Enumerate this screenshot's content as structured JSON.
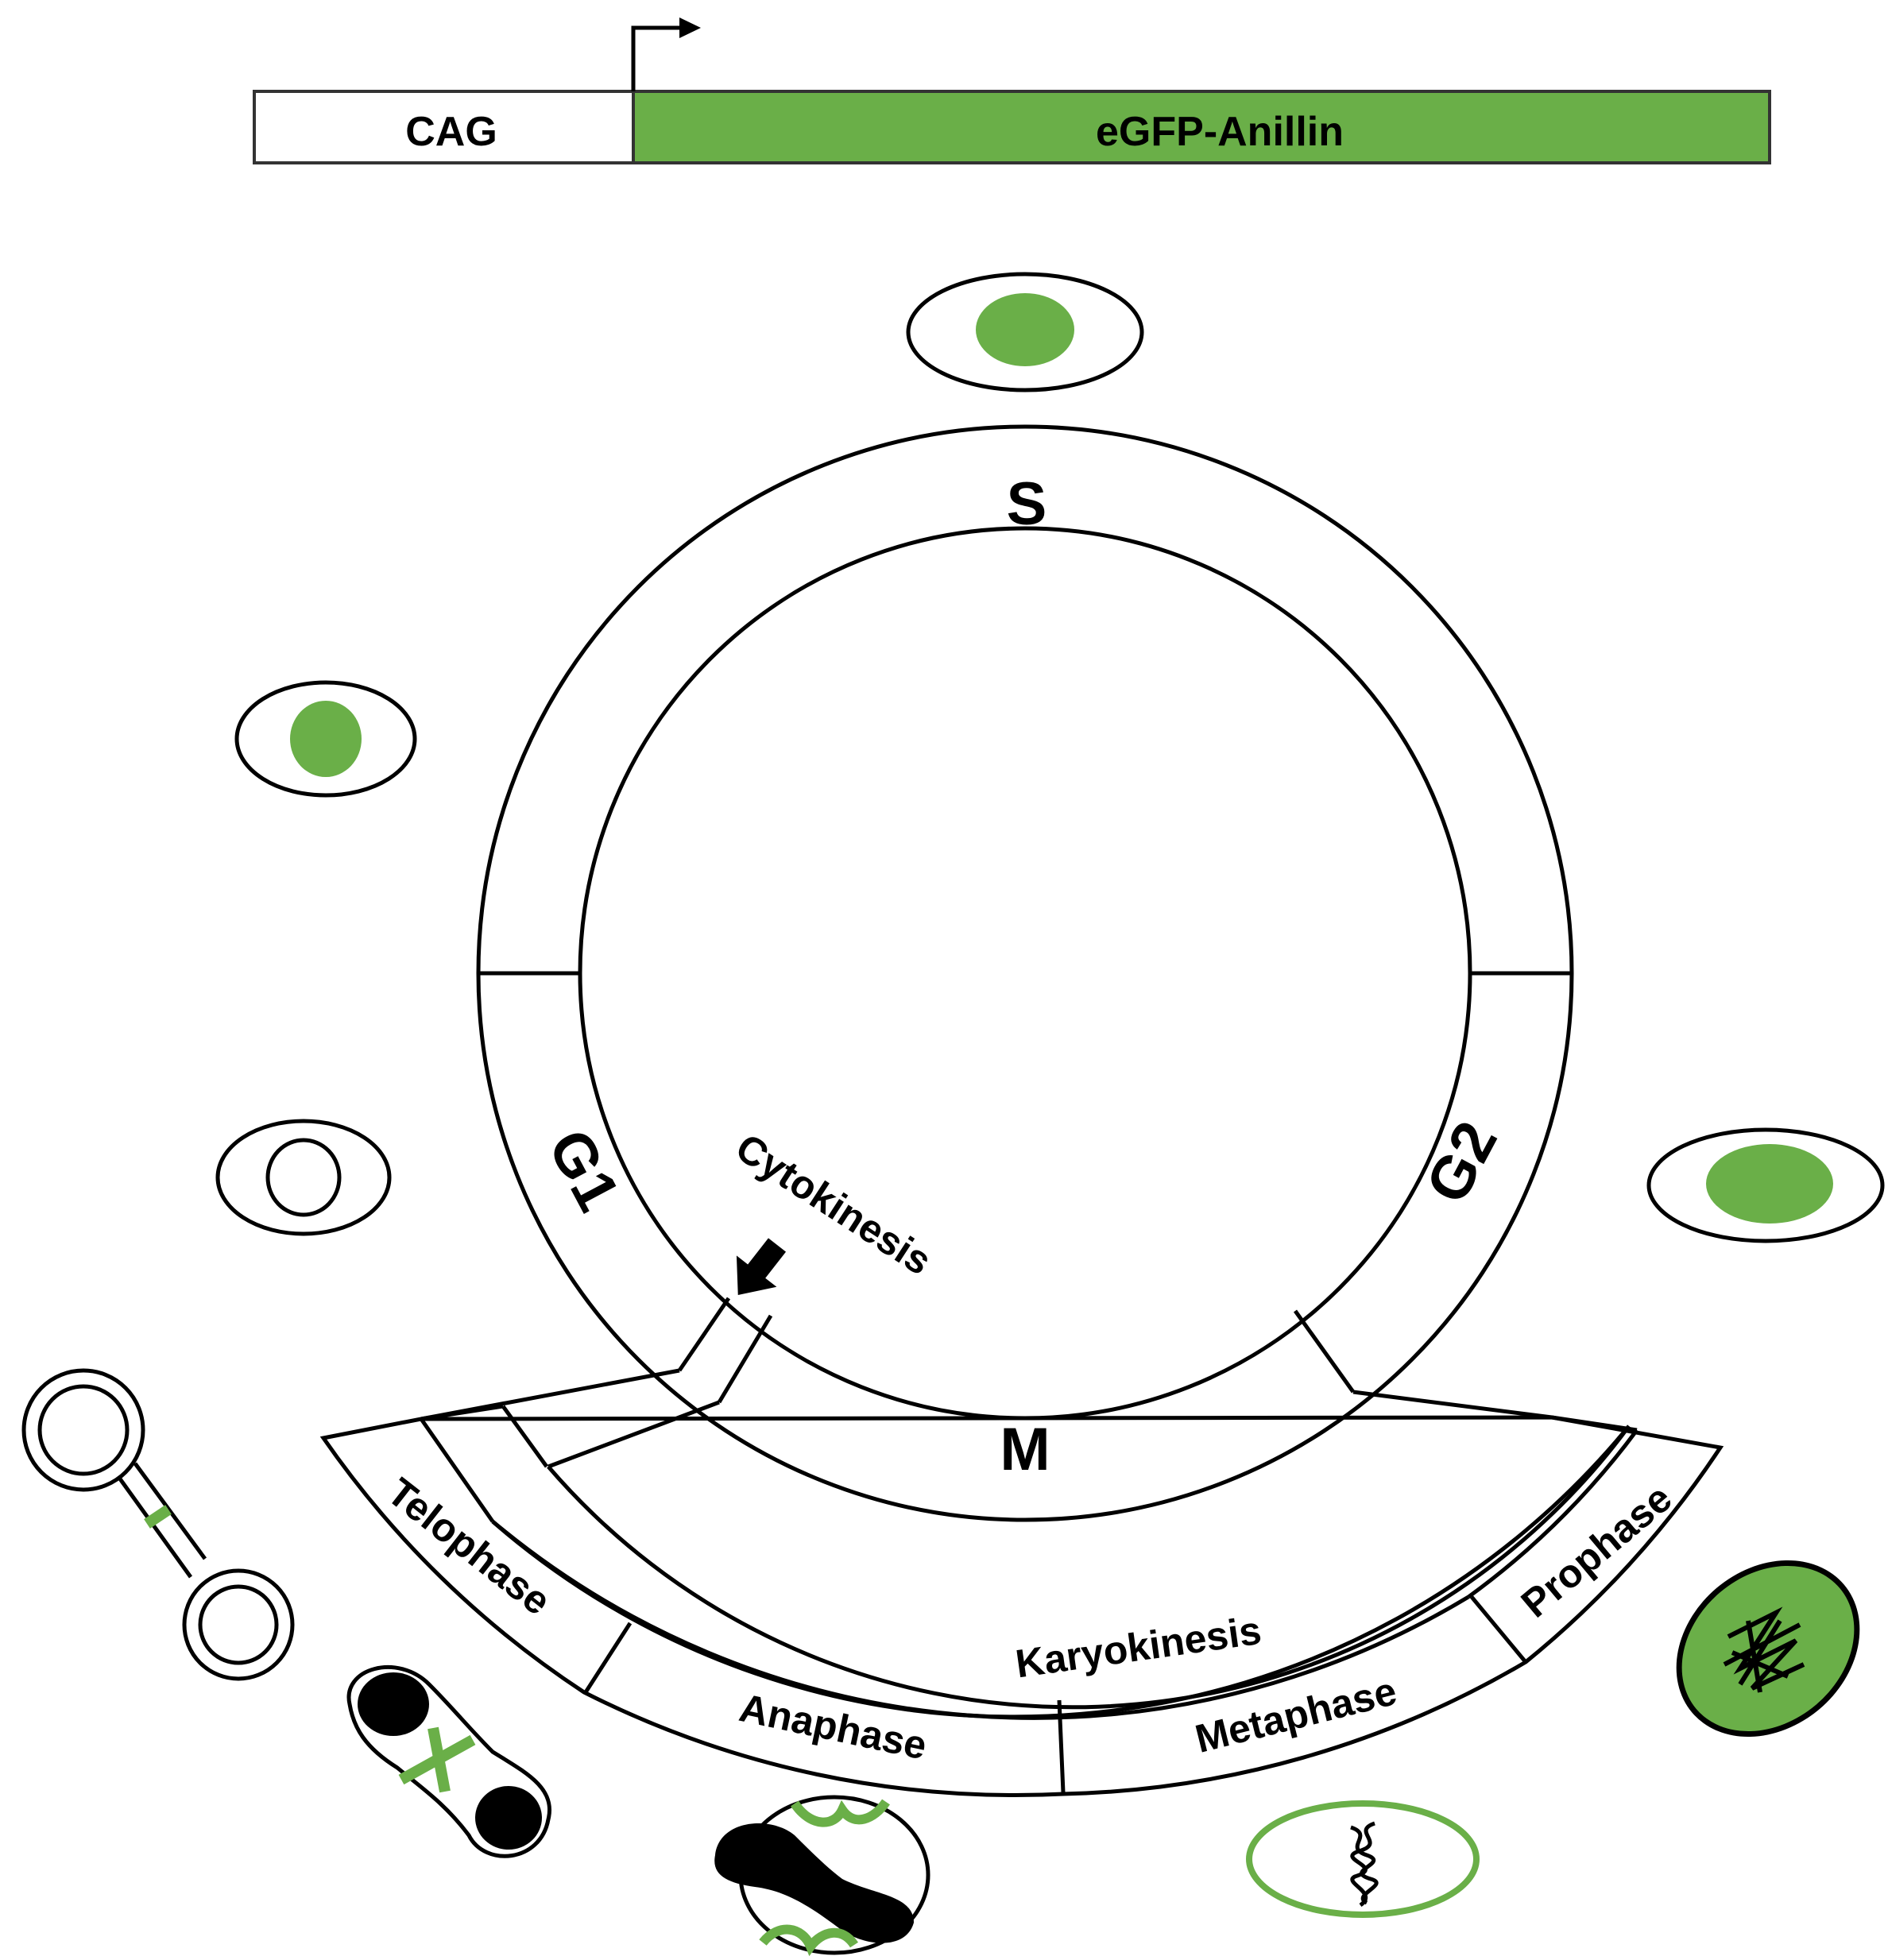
{
  "construct": {
    "promoter_label": "CAG",
    "gene_label": "eGFP-Anillin"
  },
  "cycle": {
    "phases": {
      "s": "S",
      "g1": "G1",
      "g2": "G2",
      "m": "M"
    },
    "cytokinesis_label": "Cytokinesis",
    "karyokinesis_label": "Karyokinesis",
    "mitosis_stages": {
      "prophase": "Prophase",
      "metaphase": "Metaphase",
      "anaphase": "Anaphase",
      "telophase": "Telophase"
    }
  },
  "colors": {
    "gfp_green": "#6aaf48",
    "outline": "#000000",
    "background": "#ffffff"
  }
}
